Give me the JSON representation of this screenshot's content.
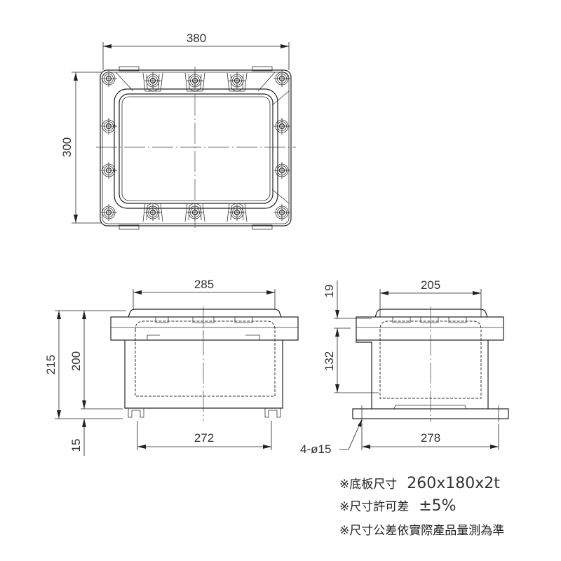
{
  "top_view": {
    "width_dim": "380",
    "height_dim": "300"
  },
  "front_view": {
    "top_width_dim": "285",
    "bottom_width_dim": "272",
    "total_height_dim": "215",
    "body_height_dim": "200",
    "foot_height_dim": "15"
  },
  "side_view": {
    "top_width_dim": "205",
    "base_width_dim": "278",
    "lid_height_dim": "19",
    "inner_height_dim": "132",
    "hole_callout": "4-ø15"
  },
  "notes": [
    {
      "label": "※底板尺寸",
      "value": "260x180x2t"
    },
    {
      "label": "※尺寸許可差",
      "value": "±5%"
    },
    {
      "label": "※尺寸公差依實際產品量測為準",
      "value": ""
    }
  ]
}
